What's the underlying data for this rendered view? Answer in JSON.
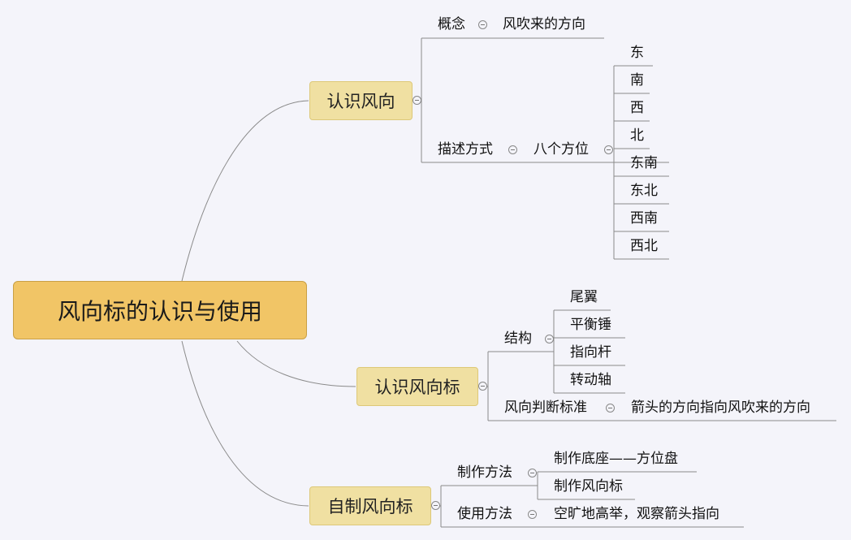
{
  "root": "风向标的认识与使用",
  "branches": {
    "b1": {
      "title": "认识风向",
      "concept": {
        "label": "概念",
        "value": "风吹来的方向"
      },
      "describe": {
        "label": "描述方式",
        "sub": "八个方位",
        "directions": [
          "东",
          "南",
          "西",
          "北",
          "东南",
          "东北",
          "西南",
          "西北"
        ]
      }
    },
    "b2": {
      "title": "认识风向标",
      "structure": {
        "label": "结构",
        "parts": [
          "尾翼",
          "平衡锤",
          "指向杆",
          "转动轴"
        ]
      },
      "judge": {
        "label": "风向判断标准",
        "value": "箭头的方向指向风吹来的方向"
      }
    },
    "b3": {
      "title": "自制风向标",
      "method": {
        "label": "制作方法",
        "steps": [
          "制作底座——方位盘",
          "制作风向标"
        ]
      },
      "usage": {
        "label": "使用方法",
        "value": "空旷地高举，观察箭头指向"
      }
    }
  }
}
